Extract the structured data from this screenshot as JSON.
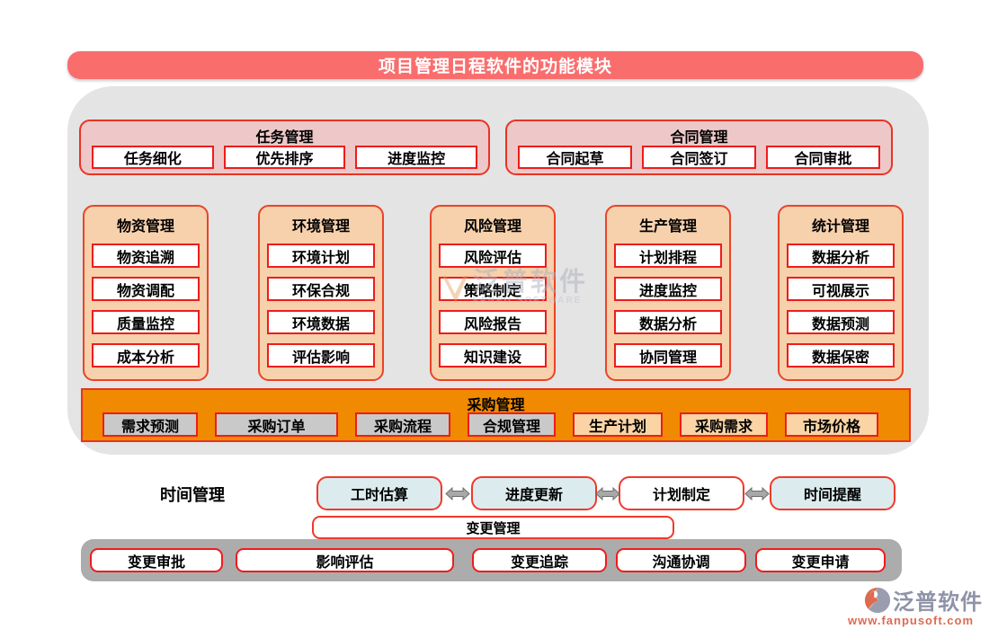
{
  "page_title": "项目管理日程软件的功能模块",
  "sections": {
    "task": {
      "title": "任务管理",
      "items": [
        "任务细化",
        "优先排序",
        "进度监控"
      ]
    },
    "contract": {
      "title": "合同管理",
      "items": [
        "合同起草",
        "合同签订",
        "合同审批"
      ]
    }
  },
  "columns": [
    {
      "title": "物资管理",
      "items": [
        "物资追溯",
        "物资调配",
        "质量监控",
        "成本分析"
      ]
    },
    {
      "title": "环境管理",
      "items": [
        "环境计划",
        "环保合规",
        "环境数据",
        "评估影响"
      ]
    },
    {
      "title": "风险管理",
      "items": [
        "风险评估",
        "策略制定",
        "风险报告",
        "知识建设"
      ]
    },
    {
      "title": "生产管理",
      "items": [
        "计划排程",
        "进度监控",
        "数据分析",
        "协同管理"
      ]
    },
    {
      "title": "统计管理",
      "items": [
        "数据分析",
        "可视展示",
        "数据预测",
        "数据保密"
      ]
    }
  ],
  "procurement": {
    "title": "采购管理",
    "items": [
      "需求预测",
      "采购订单",
      "采购流程",
      "合规管理",
      "生产计划",
      "采购需求",
      "市场价格"
    ]
  },
  "time": {
    "label": "时间管理",
    "steps": [
      "工时估算",
      "进度更新",
      "计划制定",
      "时间提醒"
    ]
  },
  "change": {
    "title": "变更管理",
    "items": [
      "变更审批",
      "影响评估",
      "变更追踪",
      "沟通协调",
      "变更申请"
    ]
  },
  "watermark": {
    "text": "泛普软件",
    "subtext": "FANPU SOFTWARE"
  },
  "logo": {
    "name": "泛普软件",
    "url": "www.fanpusoft.com"
  },
  "colors": {
    "banner": "#fa6d6d",
    "panel": "#e4e4e4",
    "pink_section": "#eec8c8",
    "peach_column": "#f7d0ac",
    "orange_bar": "#f08a00",
    "red_border": "#ee1c1c",
    "gray_item": "#c9c9c9",
    "peach_item": "#fad4a5",
    "blue_step": "#dcebee",
    "bottom_bar": "#acacac",
    "logo_gray": "#8f93a8",
    "logo_orange": "#de6a50"
  }
}
